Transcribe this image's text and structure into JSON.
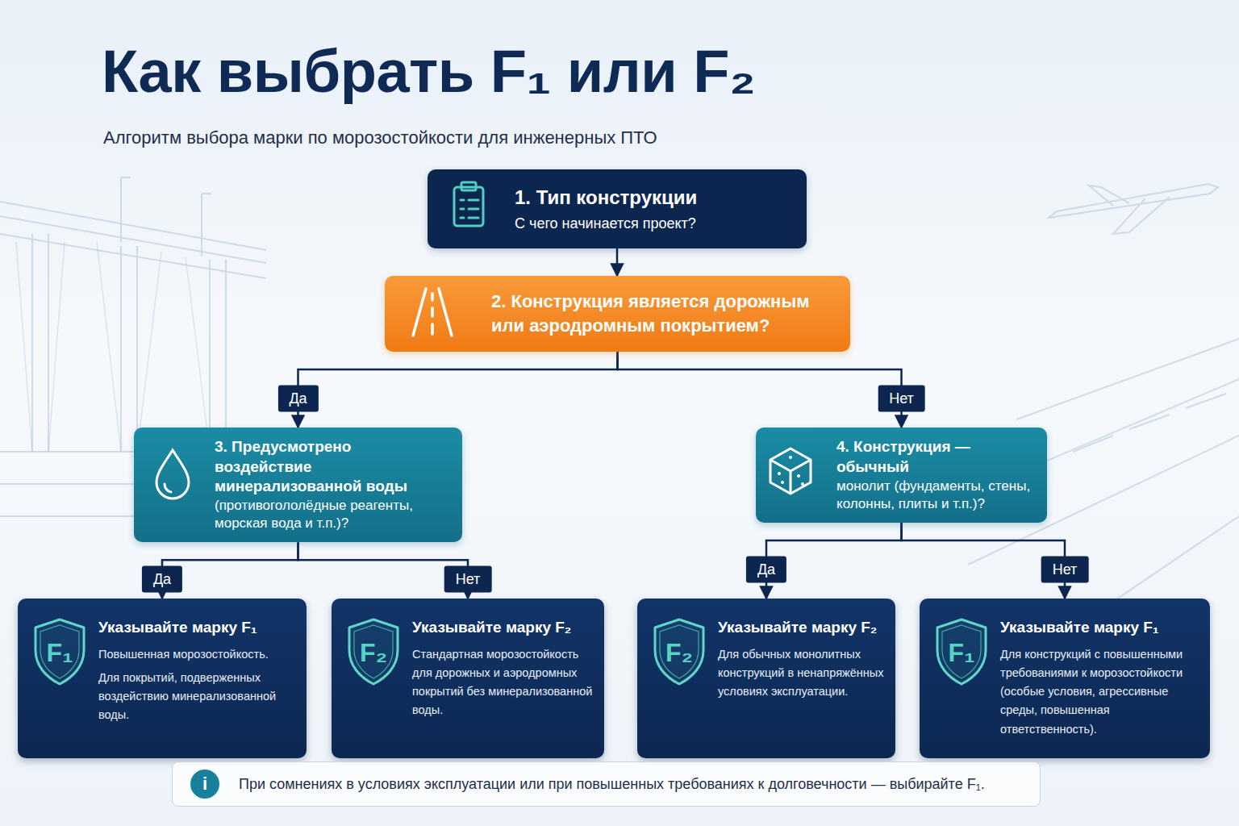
{
  "diagram": {
    "title": "Как выбрать F₁ или F₂",
    "nodes": [
      {
        "text": [
          "1. Тип конструкции",
          "С чего начинается проект?"
        ]
      },
      {
        "text": [
          "2. Конструкция является дорожным или аэродромным покрытием?"
        ]
      },
      {
        "text": [
          "3. Предусмотрено воздействие минерализованной воды",
          "(противогололёдные реагенты, морская вода и т.п.)?"
        ]
      },
      {
        "text": [
          "4. Конструкция — обычный",
          "монолит (фундаменты, стены, колонны, плиты и т.п.)?"
        ]
      },
      {
        "text": [
          "Указывайте марку F₁",
          "Повышенная морозостойкость.",
          "Для покрытий, подверженных воздействию минерализованной воды."
        ]
      },
      {
        "text": [
          "F₁"
        ],
        "in": 4
      },
      {
        "text": [
          "Указывайте марку F₂",
          "Стандартная морозостойкость для дорожных и аэродромных покрытий без минерализованной воды."
        ]
      },
      {
        "text": [
          "F₂"
        ],
        "in": 6
      },
      {
        "text": [
          "Указывайте марку F₂",
          "Для обычных монолитных конструкций в ненапряжённых условиях эксплуатации."
        ]
      },
      {
        "text": [
          "F₂"
        ],
        "in": 8
      },
      {
        "text": [
          "Указывайте марку F₁",
          "Для конструкций с повышенными требованиями к морозостойкости (особые условия, агрессивные среды, повышенная ответственность)."
        ]
      },
      {
        "text": [
          "F₁"
        ],
        "in": 10
      },
      {
        "text": [
          "При сомнениях в условиях эксплуатации или при повышенных требованиях к долговечности — выбирайте F₁."
        ]
      },
      {
        "text": [
          "i"
        ],
        "in": 12
      }
    ],
    "edges": [
      {
        "from": 0,
        "to": 1,
        "arrow": "to"
      },
      {
        "from": 1,
        "to": 2,
        "arrow": "to",
        "label": "Да"
      },
      {
        "from": 1,
        "to": 3,
        "arrow": "to",
        "label": "Нет"
      },
      {
        "from": 2,
        "to": 4,
        "arrow": "to",
        "label": "Да"
      },
      {
        "from": 2,
        "to": 6,
        "arrow": "to",
        "label": "Нет"
      },
      {
        "from": 3,
        "to": 8,
        "arrow": "to",
        "label": "Да"
      },
      {
        "from": 3,
        "to": 10,
        "arrow": "to",
        "label": "Нет"
      }
    ],
    "labels": [
      "Алгоритм выбора марки по морозостойкости для инженерных ПТО"
    ]
  }
}
